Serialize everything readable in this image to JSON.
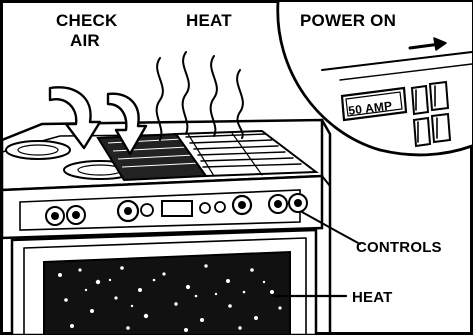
{
  "labels": {
    "check_air_line1": "CHECK",
    "check_air_line2": "AIR",
    "heat_top": "HEAT",
    "power_on": "POWER ON",
    "amp_rating": "50 AMP",
    "controls": "CONTROLS",
    "heat_bottom": "HEAT"
  },
  "icons": {
    "air_arrows": "down-arrow-icon",
    "power_arrow": "right-arrow-icon",
    "heat_waves": "wavy-heat-lines"
  }
}
